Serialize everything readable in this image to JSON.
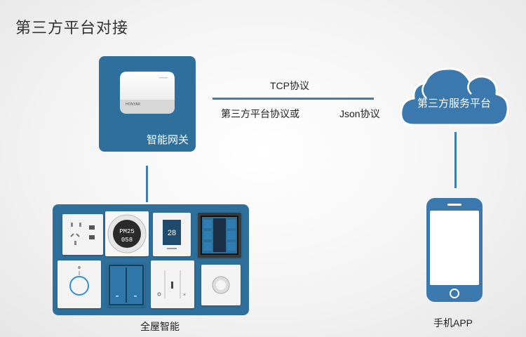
{
  "title": "第三方平台对接",
  "gateway": {
    "label": "智能网关",
    "brand": "HONYAR"
  },
  "connection": {
    "protocol_top": "TCP协议",
    "protocol_left": "第三方平台协议或",
    "protocol_right": "Json协议"
  },
  "cloud": {
    "label": "第三方服务平台"
  },
  "phone": {
    "label": "手机APP"
  },
  "home": {
    "label": "全屋智能"
  },
  "devices": {
    "pm_display": "PM25",
    "pm_value": "058",
    "thermostat_value": "28"
  },
  "colors": {
    "accent": "#2e6f9b",
    "cloud": "#3a78ad",
    "line": "#3f7db0"
  }
}
